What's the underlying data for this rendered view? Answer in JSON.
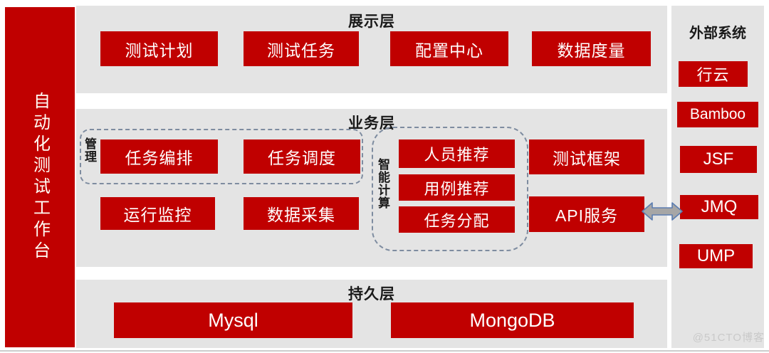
{
  "platform": {
    "title": "自动化测试工作台"
  },
  "layers": {
    "presentation": {
      "label": "展示层",
      "items": [
        "测试计划",
        "测试任务",
        "配置中心",
        "数据度量"
      ]
    },
    "business": {
      "label": "业务层",
      "management_group": {
        "label": "管理",
        "items": [
          "任务编排",
          "任务调度"
        ]
      },
      "standalone_items": [
        "运行监控",
        "数据采集"
      ],
      "smart_group": {
        "label": "智能计算",
        "items": [
          "人员推荐",
          "用例推荐",
          "任务分配"
        ]
      },
      "service_items": [
        "测试框架",
        "API服务"
      ]
    },
    "persistence": {
      "label": "持久层",
      "items": [
        "Mysql",
        "MongoDB"
      ]
    }
  },
  "external_systems": {
    "label": "外部系统",
    "items": [
      "行云",
      "Bamboo",
      "JSF",
      "JMQ",
      "UMP"
    ]
  },
  "connector": {
    "type": "double-arrow",
    "from": "API服务",
    "to": "JMQ"
  },
  "watermark": "@51CTO博客",
  "colors": {
    "accent_red": "#C00000",
    "section_bg": "#E4E4E4",
    "dashed_border": "#7E8CA0",
    "arrow_fill": "#A6A6A6",
    "arrow_stroke": "#5B7DB1",
    "header_text": "#1A1A1A",
    "watermark_text": "#C9C9C9"
  }
}
